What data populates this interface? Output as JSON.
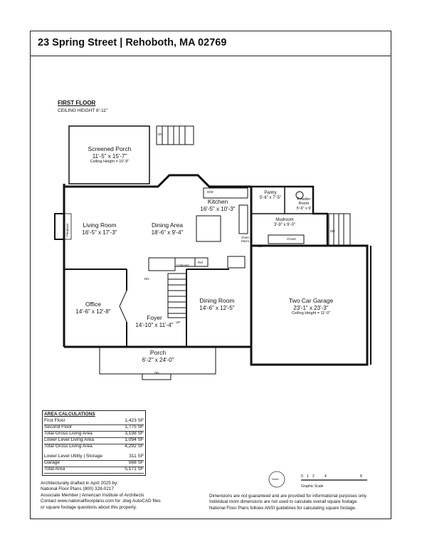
{
  "header": {
    "title": "23 Spring Street | Rehoboth, MA 02769"
  },
  "floor": {
    "name": "FIRST FLOOR",
    "ceiling": "CEILING HEIGHT 8'-11\""
  },
  "rooms": {
    "screened_porch": {
      "name": "Screened Porch",
      "dims": "11'-5\" x 15'-7\"",
      "note": "Ceiling Height = 10'-9\""
    },
    "living_room": {
      "name": "Living Room",
      "dims": "16'-5\" x 17'-3\""
    },
    "dining_area": {
      "name": "Dining Area",
      "dims": "18'-6\" x 9'-4\""
    },
    "kitchen": {
      "name": "Kitchen",
      "dims": "16'-5\" x 10'-3\""
    },
    "pantry": {
      "name": "Pantry",
      "dims": "5'-6\" x 7'-5\""
    },
    "powder_room": {
      "name": "Powder Room",
      "dims": "5'-6\" x 6'"
    },
    "mudroom": {
      "name": "Mudroom",
      "dims": "3'-9\" x 9'-0\""
    },
    "closet": {
      "name": "Closet"
    },
    "office": {
      "name": "Office",
      "dims": "14'-6\" x 12'-8\""
    },
    "foyer": {
      "name": "Foyer",
      "dims": "14'-10\" x 11'-4\""
    },
    "dining_room": {
      "name": "Dining Room",
      "dims": "14'-6\" x 12'-5\""
    },
    "garage": {
      "name": "Two Car Garage",
      "dims": "23'-1\" x 23'-3\"",
      "note": "Ceiling Height = 11'-0\""
    },
    "porch": {
      "name": "Porch",
      "dims": "6'-2\" x 24'-0\""
    }
  },
  "fixtures": {
    "fireplace": "Fireplace",
    "dw": "D/W",
    "oven_micro": "Oven Micro",
    "cabinets": "Cabinets",
    "ref": "Ref",
    "dn": "DN",
    "up": "UP"
  },
  "area_calculations": {
    "heading": "AREA CALCULATIONS",
    "rows": [
      {
        "label": "First Floor",
        "value": "1,423 SF",
        "bold": false
      },
      {
        "label": "Second Floor",
        "value": "1,775 SF",
        "bold": false
      },
      {
        "label": "Total Gross Living Area",
        "value": "3,198 SF",
        "bold": false
      },
      {
        "label": "Lower Level Living Area",
        "value": "1,094 SF",
        "bold": false
      },
      {
        "label": "Total Gross Living Area",
        "value": "4,292 SF",
        "bold": false
      },
      {
        "label": "Lower Level Utility | Storage",
        "value": "311 SF",
        "bold": false
      },
      {
        "label": "Garage",
        "value": "568 SF",
        "bold": false
      },
      {
        "label": "Total Area",
        "value": "5,171 SF",
        "bold": false
      }
    ]
  },
  "credit": {
    "line1": "Architecturally drafted in April 2025 by:",
    "line2": "National Floor Plans  (800) 328-0217",
    "line3": "Associate Member | American Institute of Architects",
    "line4": "Contact www.nationalfloorplans.com for .dwg AutoCAD files",
    "line5": "or square footage questions about this property."
  },
  "disclaimer": {
    "line1": "Dimensions are not guaranteed and are provided for informational purposes only.",
    "line2": "Individual room dimensions are not used to calculate overall square footage.",
    "line3": "National Floor Plans follows ANSI guidelines for calculating square footage."
  },
  "scale": {
    "north": "North",
    "ticks": [
      "0",
      "1",
      "2",
      "4",
      "8"
    ],
    "caption": "Graphic Scale"
  }
}
